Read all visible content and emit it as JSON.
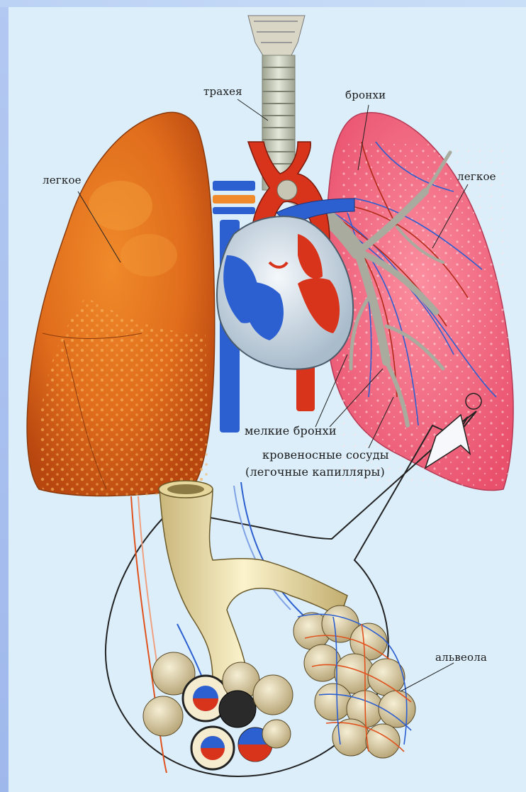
{
  "labels": {
    "trachea": "трахея",
    "bronchi": "бронхи",
    "lung_left": "легкое",
    "lung_right": "легкое",
    "small_bronchi": "мелкие бронхи",
    "blood_vessels": "кровеносные сосуды",
    "capillaries": "(легочные капилляры)",
    "alveolus": "альвеола"
  },
  "colors": {
    "background": "#dbeefa",
    "lung_left": "#e0731f",
    "lung_right": "#f07088",
    "artery_red": "#d8341c",
    "vein_blue": "#2c5fd0",
    "trachea_gray": "#bfc4b4",
    "bronchus_tube": "#efe3b0"
  }
}
